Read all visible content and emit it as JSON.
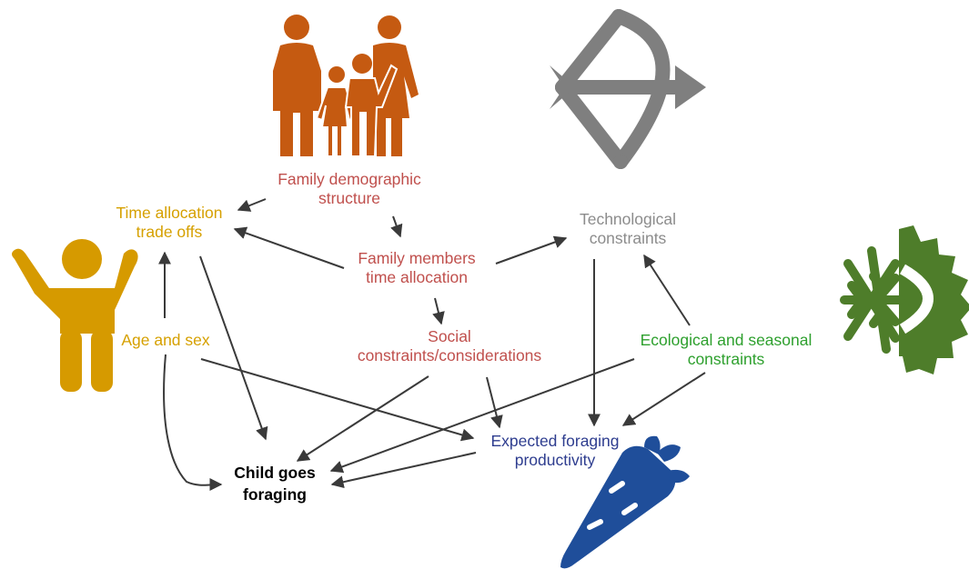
{
  "colors": {
    "family": "#c0504d",
    "family_icon": "#c55a11",
    "time": "#d6a000",
    "tech": "#8c8c8c",
    "eco": "#2ea02e",
    "eco_icon": "#4e7d2a",
    "expected": "#2e3d8f",
    "carrot": "#1f4e9a",
    "child": "#000000",
    "arrow": "#3a3a3a"
  },
  "icons": [
    "family-icon",
    "bow-arrow-icon",
    "child-icon",
    "snow-sun-icon",
    "carrot-icon"
  ],
  "nodes": {
    "family_structure": [
      "Family demographic",
      "structure"
    ],
    "time_tradeoffs": [
      "Time allocation",
      "trade offs"
    ],
    "members_time": [
      "Family members",
      "time allocation"
    ],
    "tech": [
      "Technological",
      "constraints"
    ],
    "age_sex": [
      "Age and sex"
    ],
    "social": [
      "Social",
      "constraints/considerations"
    ],
    "eco": [
      "Ecological and seasonal",
      "constraints"
    ],
    "expected": [
      "Expected foraging",
      "productivity"
    ],
    "child": [
      "Child goes",
      "foraging"
    ]
  }
}
